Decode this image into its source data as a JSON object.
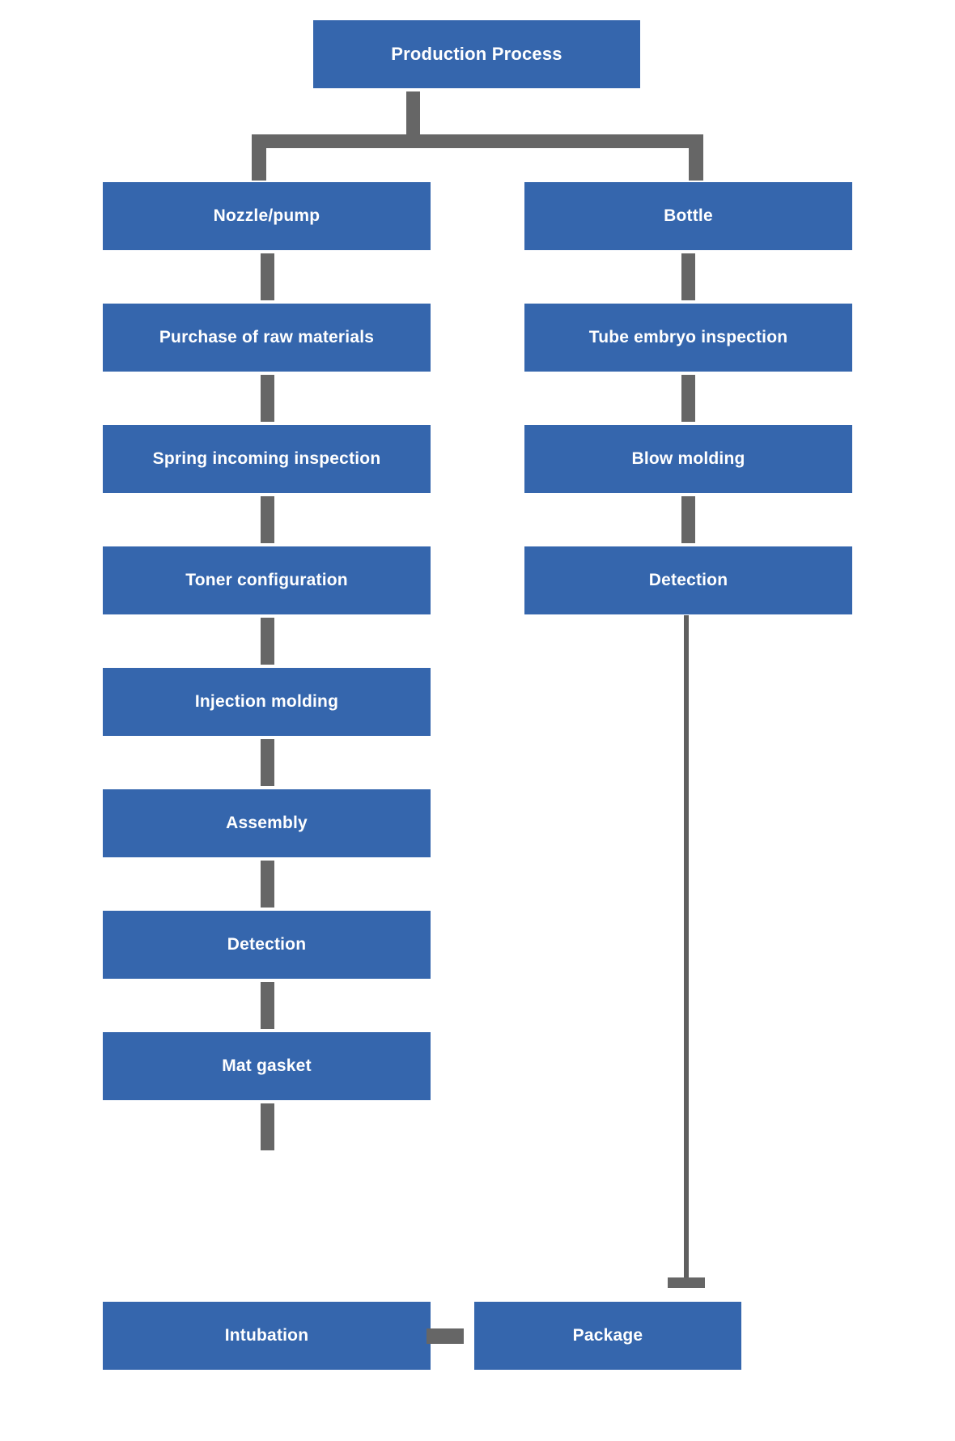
{
  "diagram": {
    "title": "Production Process",
    "type": "flowchart",
    "colors": {
      "node_fill": "#3566ad",
      "node_text": "#ffffff",
      "connector": "#666666",
      "background": "#ffffff"
    },
    "root": {
      "label": "Production Process"
    },
    "branches": [
      {
        "name": "nozzle-pump-branch",
        "head": "Nozzle/pump",
        "steps": [
          "Purchase of raw materials",
          "Spring incoming inspection",
          "Toner configuration",
          "Injection molding",
          "Assembly",
          "Detection",
          "Mat gasket",
          "Intubation"
        ]
      },
      {
        "name": "bottle-branch",
        "head": "Bottle",
        "steps": [
          "Tube embryo inspection",
          "Blow molding",
          "Detection"
        ]
      }
    ],
    "terminal": {
      "label": "Package"
    }
  }
}
